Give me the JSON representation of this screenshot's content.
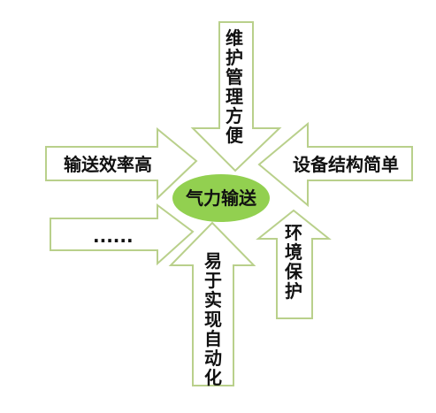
{
  "center": {
    "label": "气力输送",
    "fill": "#92d050"
  },
  "arrow_style": {
    "fill": "#ffffff",
    "stroke": "#b9d08b"
  },
  "arrows": {
    "top": "维护管理方便",
    "right": "设备结构简单",
    "left_upper": "输送效率高",
    "left_lower": "......",
    "bottom": "易于实现自动化",
    "bottom_right": "环境保护"
  }
}
